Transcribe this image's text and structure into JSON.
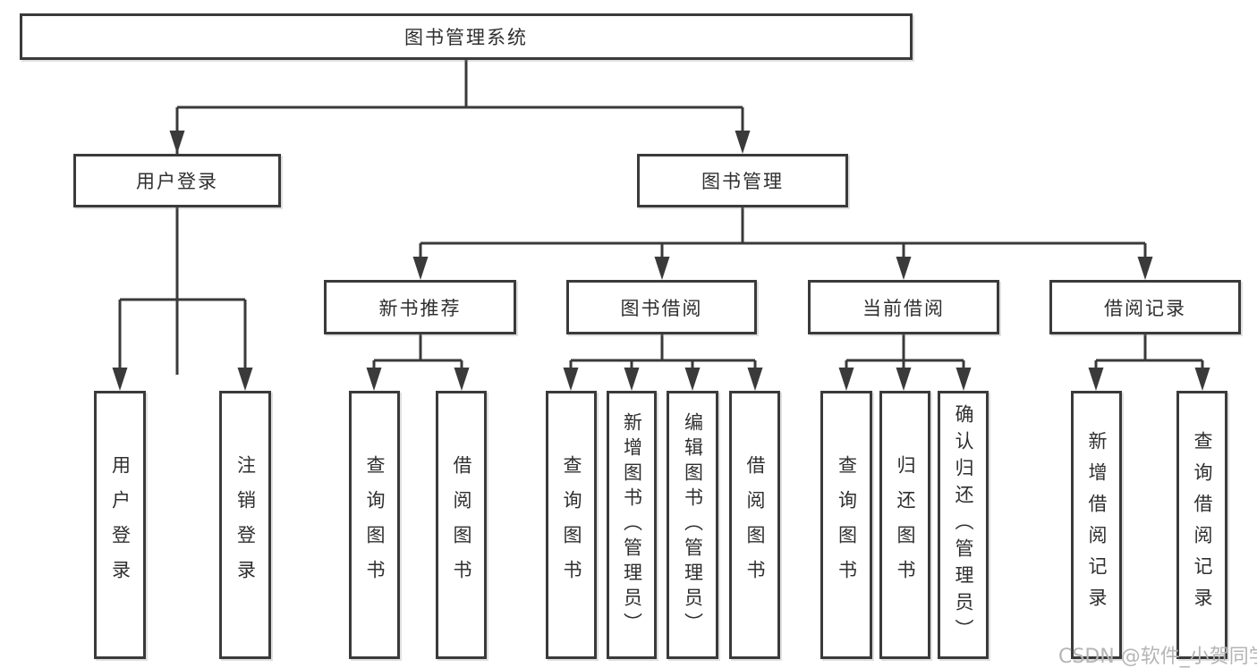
{
  "diagram": {
    "watermark": "CSDN @软件_小贺同学",
    "colors": {
      "line": "#3a3a3a",
      "box_border": "#3a3a3a",
      "box_fill": "#ffffff",
      "text": "#2f2f2f",
      "watermark_text": "#b5b5b5",
      "background": "#ffffff"
    },
    "tree": {
      "root": {
        "label": "图书管理系统",
        "children": [
          {
            "label": "用户登录",
            "children": [
              {
                "label": "用户登录"
              },
              {
                "label": "注销登录"
              }
            ]
          },
          {
            "label": "图书管理",
            "children": [
              {
                "label": "新书推荐",
                "children": [
                  {
                    "label": "查询图书"
                  },
                  {
                    "label": "借阅图书"
                  }
                ]
              },
              {
                "label": "图书借阅",
                "children": [
                  {
                    "label": "查询图书"
                  },
                  {
                    "label": "新增图书（管理员）"
                  },
                  {
                    "label": "编辑图书（管理员）"
                  },
                  {
                    "label": "借阅图书"
                  }
                ]
              },
              {
                "label": "当前借阅",
                "children": [
                  {
                    "label": "查询图书"
                  },
                  {
                    "label": "归还图书"
                  },
                  {
                    "label": "确认归还（管理员）"
                  }
                ]
              },
              {
                "label": "借阅记录",
                "children": [
                  {
                    "label": "新增借阅记录"
                  },
                  {
                    "label": "查询借阅记录"
                  }
                ]
              }
            ]
          }
        ]
      }
    }
  }
}
